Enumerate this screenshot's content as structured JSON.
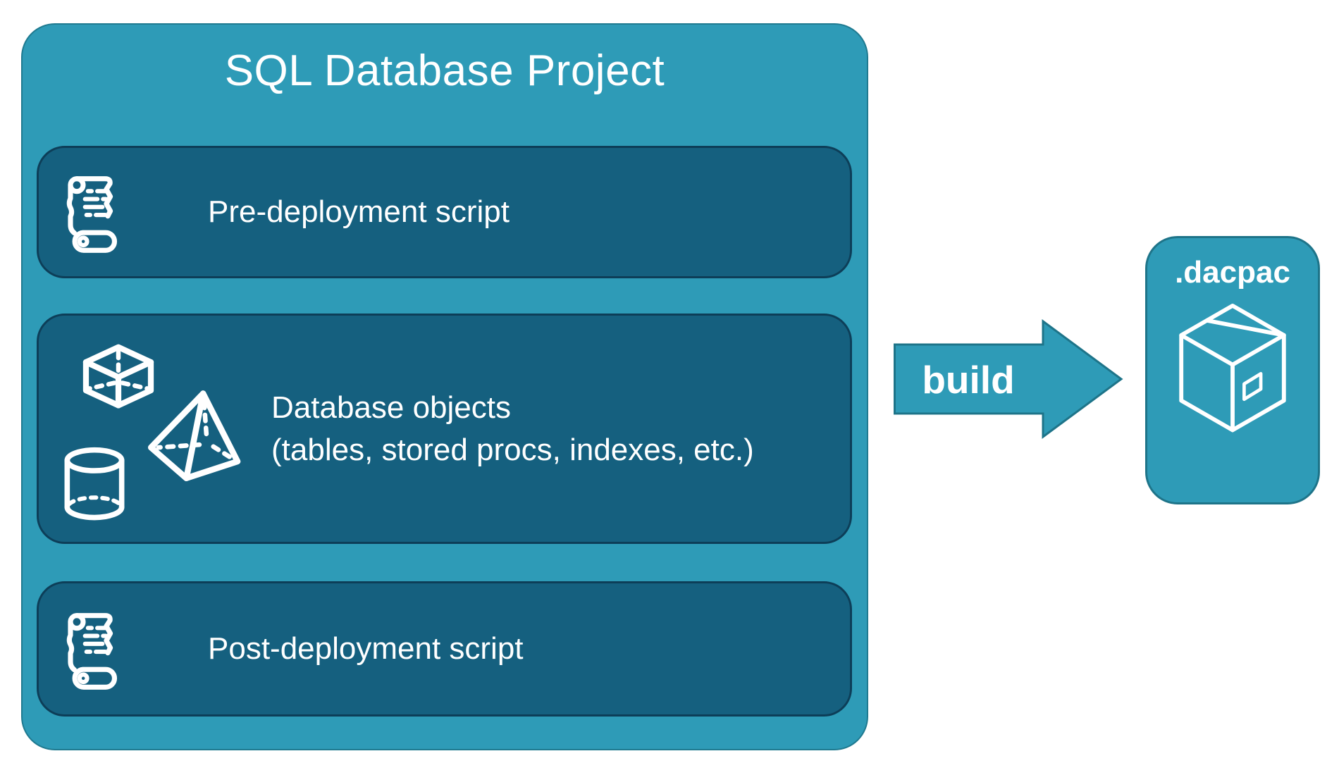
{
  "colors": {
    "outer_fill": "#2E9BB7",
    "outer_border": "#1F7A90",
    "inner_fill": "#15607F",
    "inner_border": "#0D3E58",
    "accent_fill": "#2E9BB7",
    "accent_border": "#1E7489",
    "text": "#FFFFFF"
  },
  "project": {
    "title": "SQL Database Project",
    "rows": [
      {
        "icon": "scroll-icon",
        "label": "Pre-deployment script"
      },
      {
        "icon": "geometric-shapes-icon",
        "label": "Database objects",
        "sublabel": "(tables, stored procs, indexes, etc.)"
      },
      {
        "icon": "scroll-icon",
        "label": "Post-deployment script"
      }
    ]
  },
  "arrow": {
    "label": "build"
  },
  "output": {
    "label": ".dacpac",
    "icon": "package-icon"
  }
}
